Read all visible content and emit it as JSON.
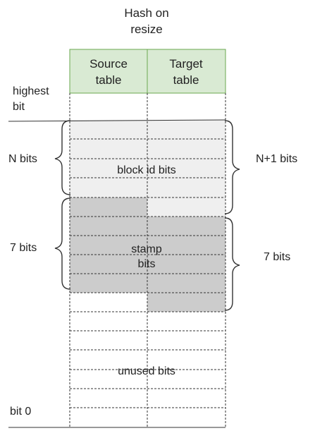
{
  "title_line1": "Hash on",
  "title_line2": "resize",
  "headers": {
    "source_line1": "Source",
    "source_line2": "table",
    "target_line1": "Target",
    "target_line2": "table"
  },
  "left_labels": {
    "highest_line1": "highest",
    "highest_line2": "bit",
    "n_bits": "N bits",
    "seven_bits": "7 bits",
    "bit0": "bit 0"
  },
  "right_labels": {
    "n1_bits": "N+1 bits",
    "seven_bits": "7 bits"
  },
  "regions": {
    "block_id": "block id bits",
    "stamp_line1": "stamp",
    "stamp_line2": "bits",
    "unused": "unused bits"
  },
  "colors": {
    "header_fill": "#d9ead3",
    "header_stroke": "#6aa84f",
    "light_fill": "#efefef",
    "dark_fill": "#cccccc",
    "line": "#333333"
  }
}
